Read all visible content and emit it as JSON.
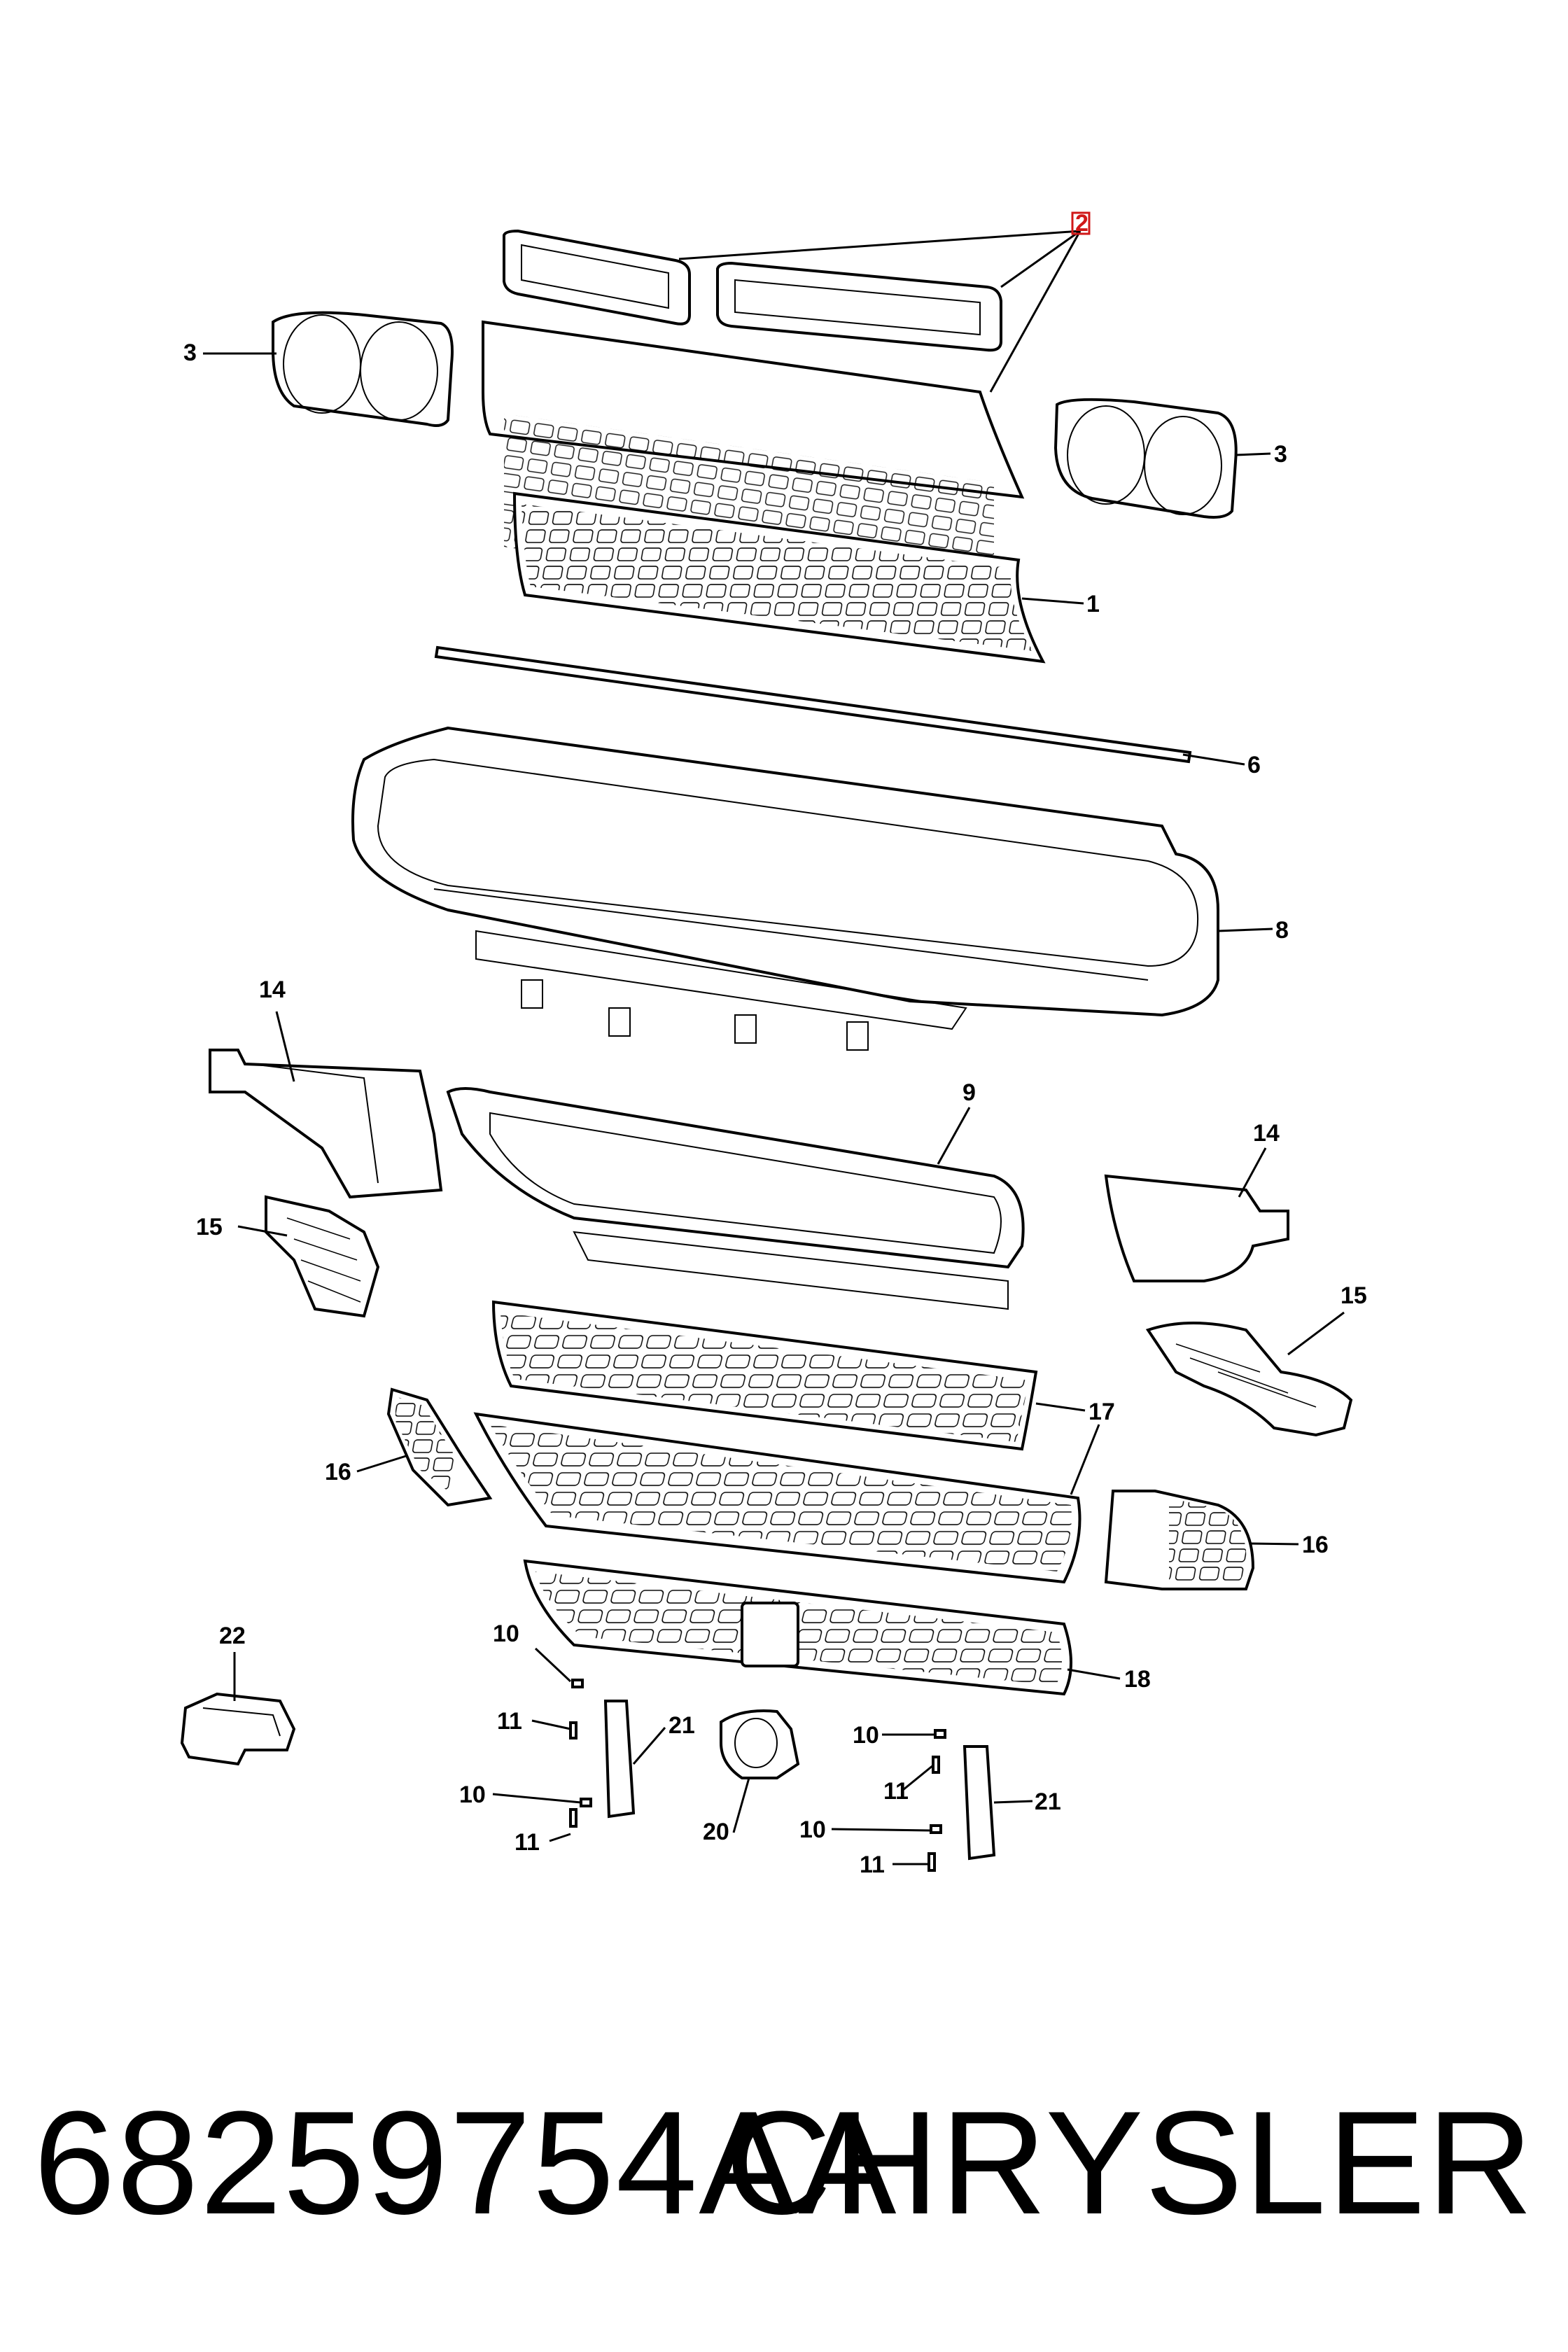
{
  "callouts": [
    {
      "id": "c2",
      "text": "2",
      "highlighted": true
    },
    {
      "id": "c3a",
      "text": "3"
    },
    {
      "id": "c3b",
      "text": "3"
    },
    {
      "id": "c1",
      "text": "1"
    },
    {
      "id": "c6",
      "text": "6"
    },
    {
      "id": "c8",
      "text": "8"
    },
    {
      "id": "c14a",
      "text": "14"
    },
    {
      "id": "c9",
      "text": "9"
    },
    {
      "id": "c14b",
      "text": "14"
    },
    {
      "id": "c15a",
      "text": "15"
    },
    {
      "id": "c15b",
      "text": "15"
    },
    {
      "id": "c17",
      "text": "17"
    },
    {
      "id": "c16a",
      "text": "16"
    },
    {
      "id": "c16b",
      "text": "16"
    },
    {
      "id": "c22",
      "text": "22"
    },
    {
      "id": "c10a",
      "text": "10"
    },
    {
      "id": "c18",
      "text": "18"
    },
    {
      "id": "c11a",
      "text": "11"
    },
    {
      "id": "c21a",
      "text": "21"
    },
    {
      "id": "c10b",
      "text": "10"
    },
    {
      "id": "c11b",
      "text": "11"
    },
    {
      "id": "c10c",
      "text": "10"
    },
    {
      "id": "c21b",
      "text": "21"
    },
    {
      "id": "c11c",
      "text": "11"
    },
    {
      "id": "c20",
      "text": "20"
    },
    {
      "id": "c10d",
      "text": "10"
    },
    {
      "id": "c11d",
      "text": "11"
    }
  ],
  "footer": {
    "part_number": "68259754AA",
    "brand": "CHRYSLER"
  },
  "colors": {
    "line": "#000000",
    "background": "#ffffff",
    "highlight": "#d01818"
  }
}
